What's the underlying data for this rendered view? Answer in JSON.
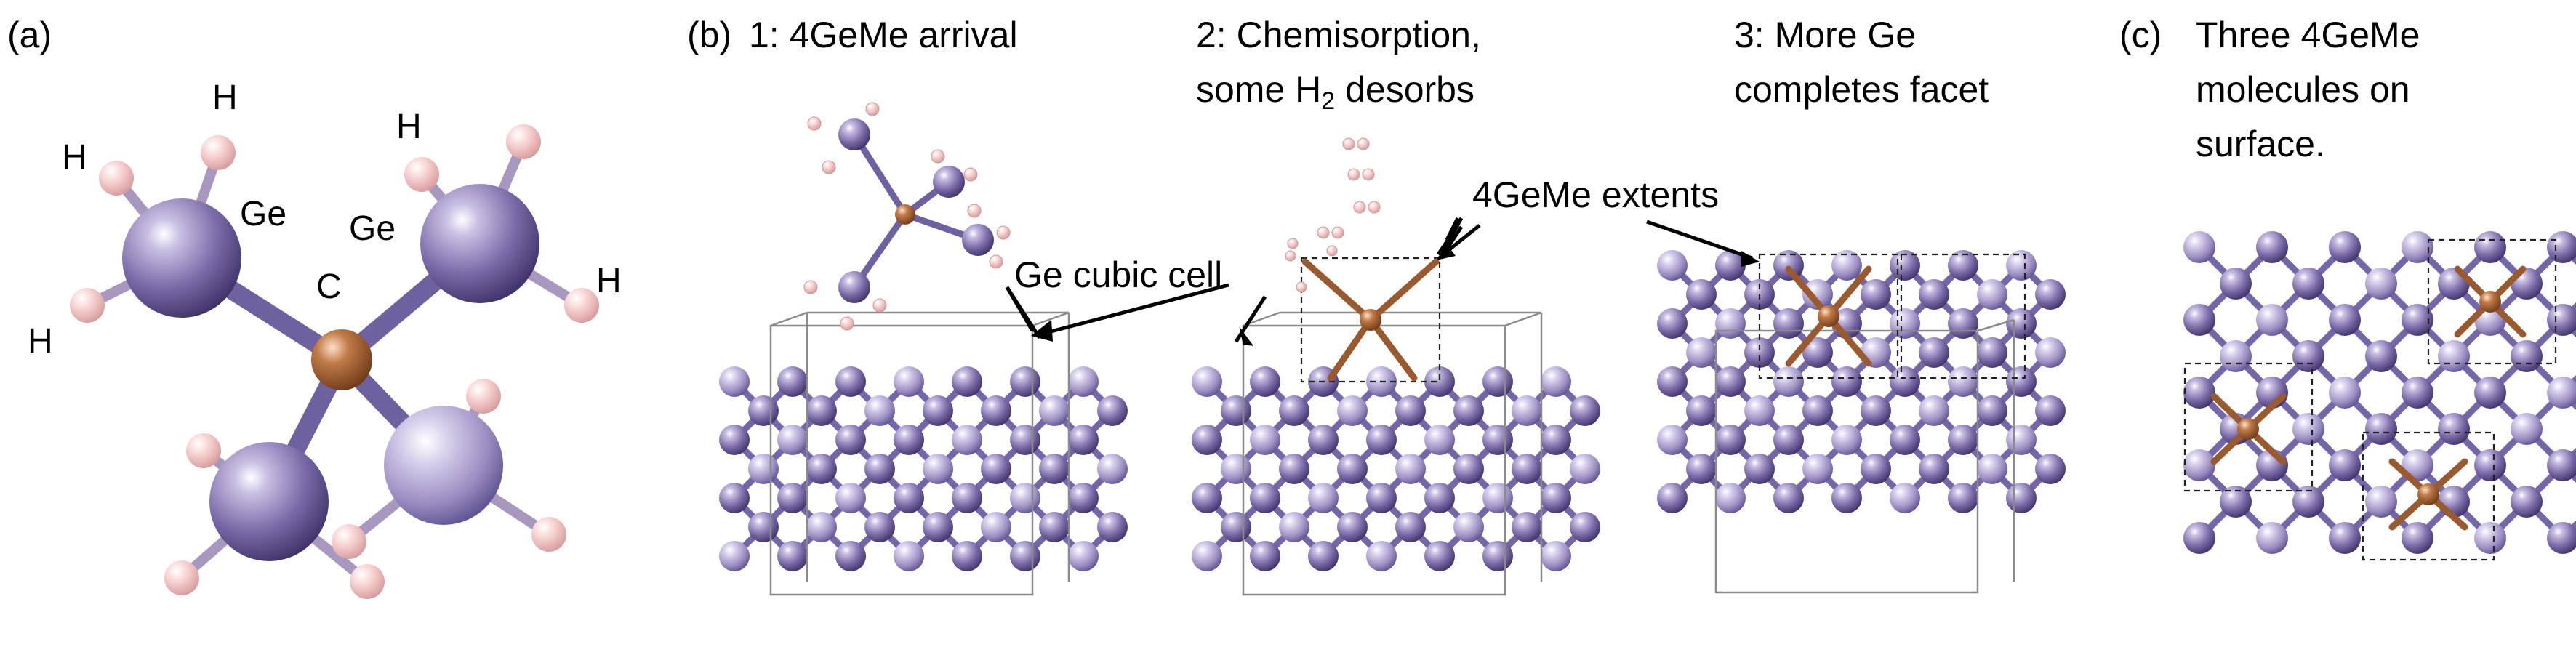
{
  "panels": {
    "a": {
      "label": "(a)"
    },
    "b": {
      "label": "(b)"
    },
    "c": {
      "label": "(c)"
    }
  },
  "molecule_labels": {
    "h1": "H",
    "h2": "H",
    "h3": "H",
    "h4": "H",
    "h5": "H",
    "ge1": "Ge",
    "ge2": "Ge",
    "c": "C"
  },
  "steps": {
    "step1": "1: 4GeMe arrival",
    "step2_line1": "2: Chemisorption,",
    "step2_line2_pre": "some H",
    "step2_line2_sub": "2",
    "step2_line2_post": " desorbs",
    "step3_line1": "3: More Ge",
    "step3_line2": "completes facet"
  },
  "panel_c_caption": {
    "line1": "Three 4GeMe",
    "line2": "molecules on",
    "line3": "surface."
  },
  "annotations": {
    "ge_cubic_cell": "Ge cubic cell",
    "gemE_extents": "4GeMe extents"
  },
  "colors": {
    "ge_atom": "#7b6ba8",
    "ge_atom_dark": "#4e3f80",
    "c_atom": "#b06a3a",
    "h_atom": "#f4c2c2",
    "bond_ge": "#6f61a0",
    "bond_c": "#9a5a30"
  }
}
